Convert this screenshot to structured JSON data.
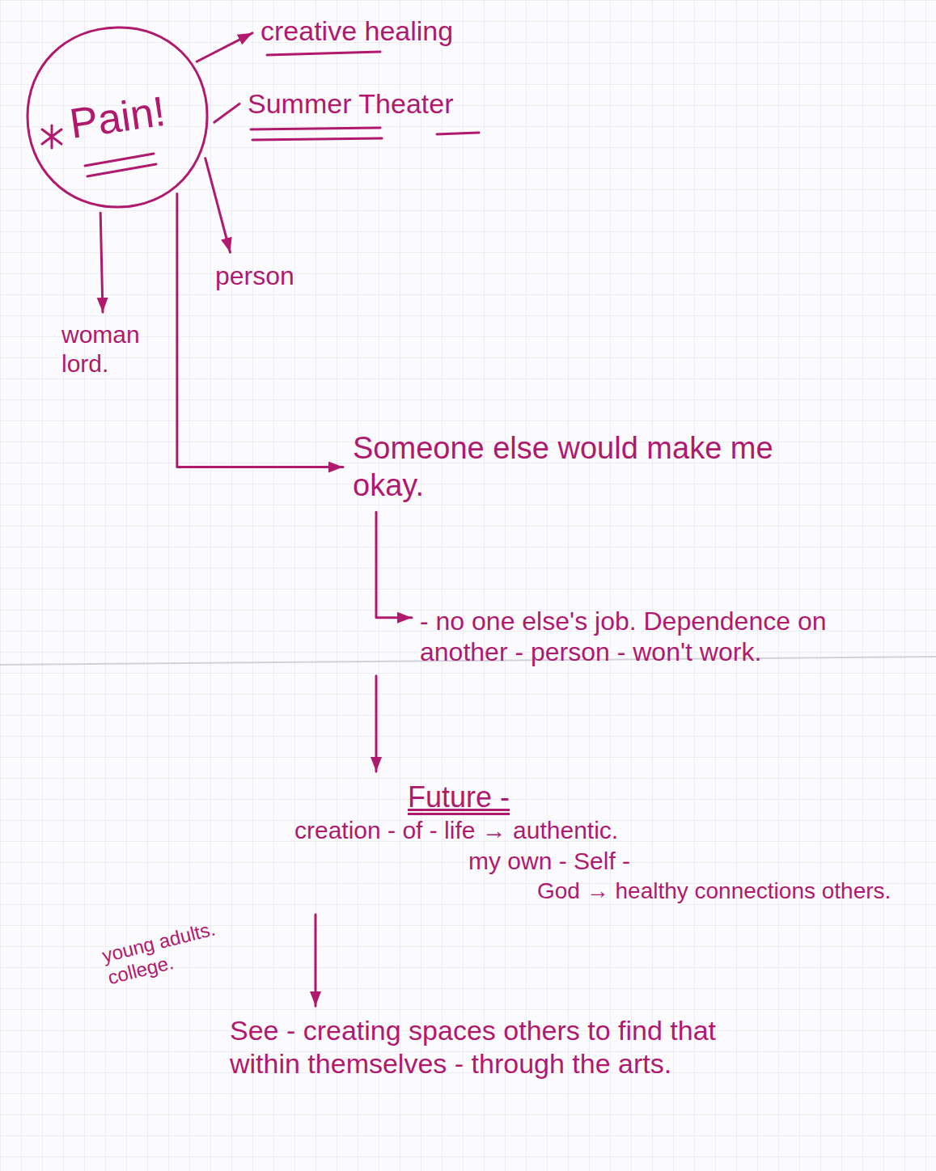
{
  "diagram": {
    "nodes": [
      {
        "text": [
          "Pain!"
        ]
      },
      {
        "text": [
          "creative healing"
        ]
      },
      {
        "text": [
          "Summer Theater"
        ]
      },
      {
        "text": [
          "woman lord."
        ]
      },
      {
        "text": [
          "person"
        ]
      },
      {
        "text": [
          "Someone else would make me okay."
        ]
      },
      {
        "text": [
          "- no one else's job. Dependence on another - person - won't work."
        ]
      },
      {
        "text": [
          "Future -",
          "creation - of - life → authentic.",
          "my own - Self -",
          "God → healthy connections others."
        ]
      },
      {
        "text": [
          "See - creating spaces others to find that within themselves - through the arts."
        ]
      }
    ],
    "edges": [
      {
        "from": 0,
        "to": 1,
        "arrow": "to"
      },
      {
        "from": 0,
        "to": 2,
        "arrow": "none"
      },
      {
        "from": 0,
        "to": 3,
        "arrow": "to"
      },
      {
        "from": 0,
        "to": 4,
        "arrow": "to"
      },
      {
        "from": 0,
        "to": 5,
        "arrow": "to"
      },
      {
        "from": 5,
        "to": 6,
        "arrow": "to"
      },
      {
        "from": 6,
        "to": 7,
        "arrow": "to"
      },
      {
        "from": 7,
        "to": 8,
        "arrow": "to"
      }
    ],
    "labels": [
      "young adults. college."
    ]
  }
}
